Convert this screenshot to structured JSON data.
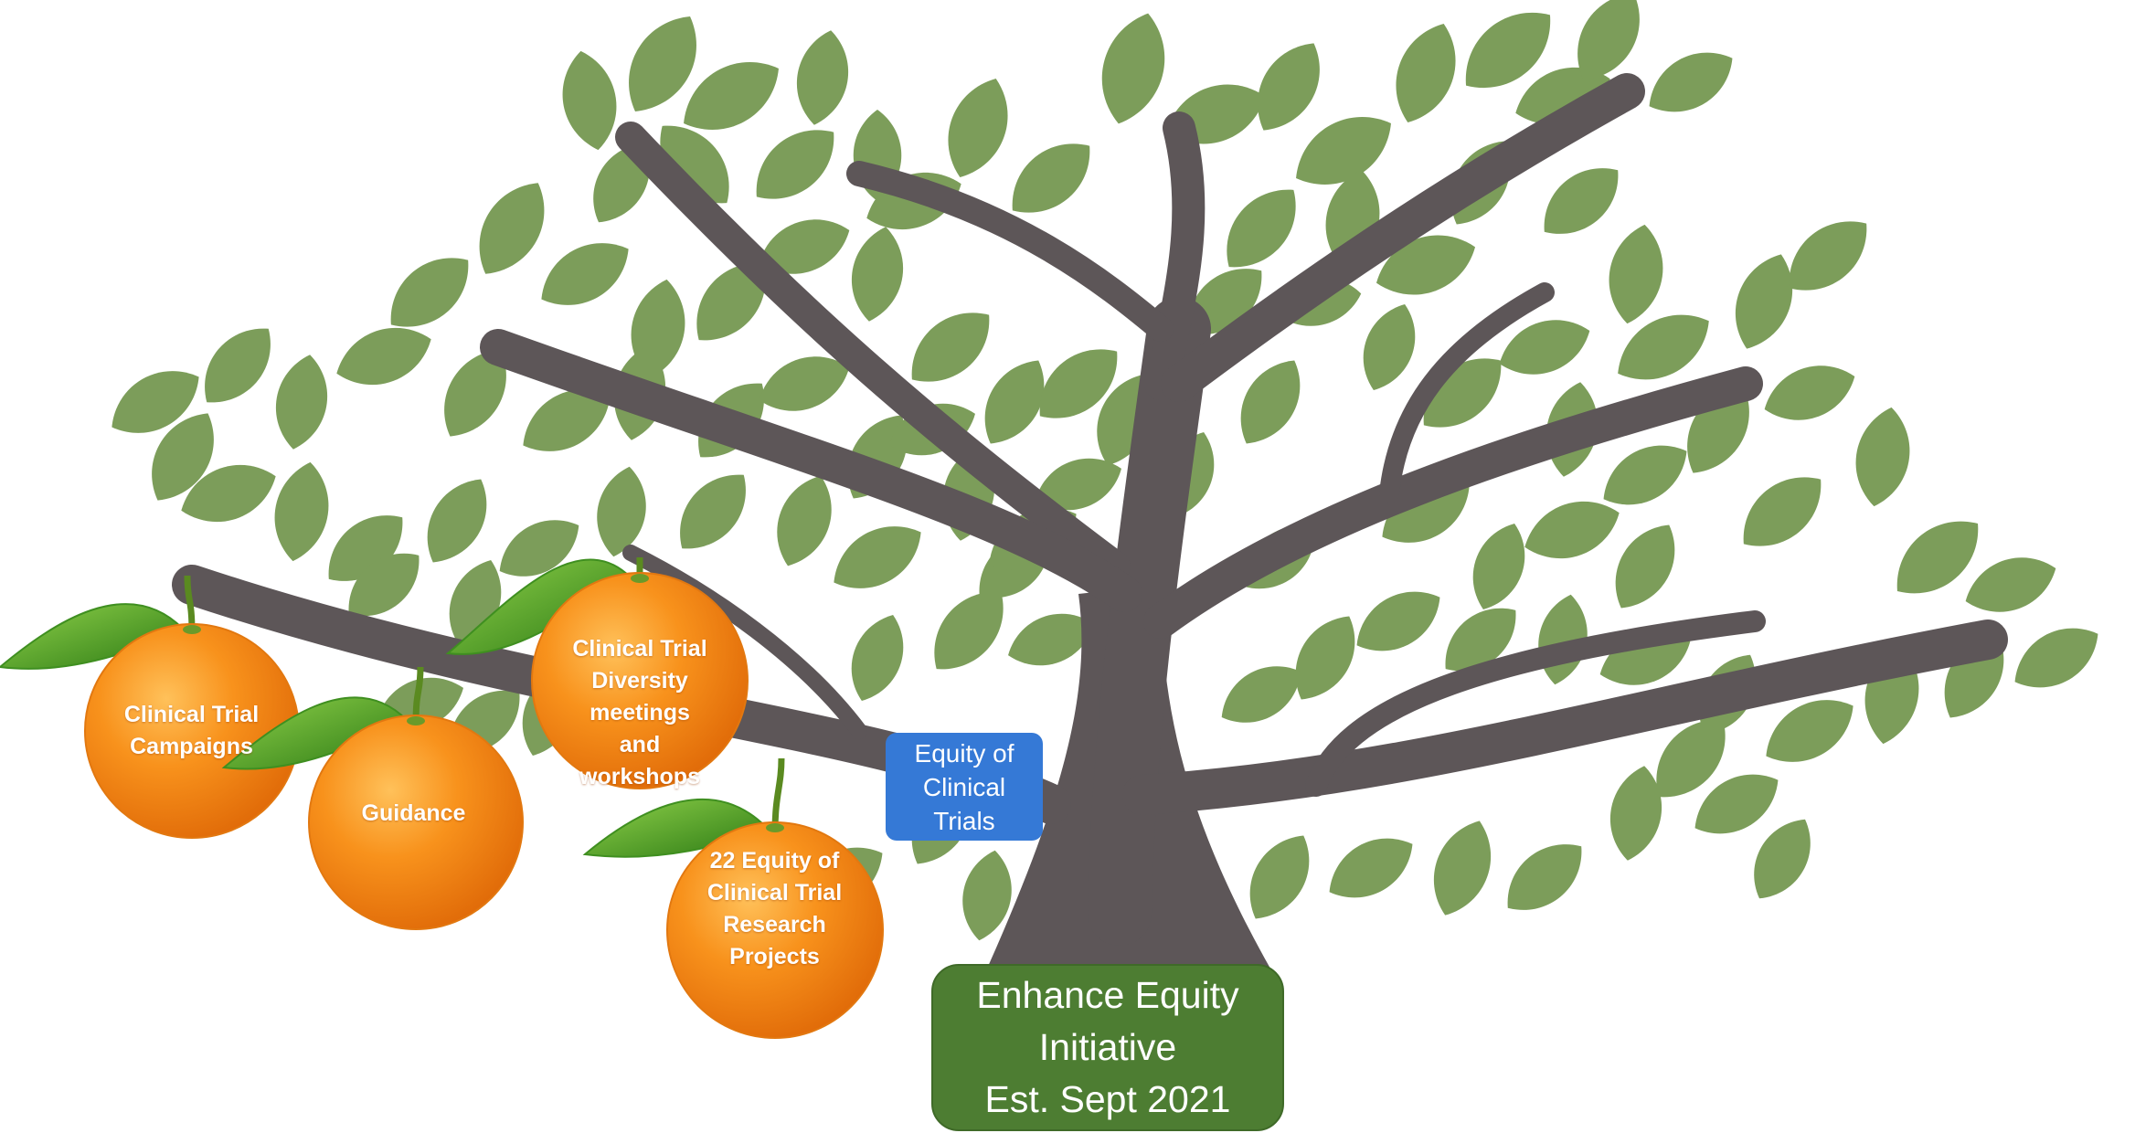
{
  "diagram": {
    "root": {
      "lines": [
        "Enhance Equity",
        "Initiative",
        "Est. Sept 2021"
      ]
    },
    "hub": {
      "lines": [
        "Equity of",
        "Clinical",
        "Trials"
      ]
    },
    "fruits": [
      {
        "id": "campaigns",
        "lines": [
          "Clinical Trial",
          "Campaigns"
        ]
      },
      {
        "id": "guidance",
        "lines": [
          "Guidance"
        ]
      },
      {
        "id": "meetings",
        "lines": [
          "Clinical Trial",
          "Diversity",
          "meetings",
          "and",
          "workshops"
        ]
      },
      {
        "id": "projects",
        "lines": [
          "22 Equity of",
          "Clinical Trial",
          "Research",
          "Projects"
        ]
      }
    ],
    "colors": {
      "trunk": "#5d5658",
      "leaf": "#7c9d5a",
      "fruit": "#f28a17",
      "fruit_leaf": "#3f8f20",
      "hub_box": "#3579d6",
      "root_box": "#4d7d32"
    }
  }
}
